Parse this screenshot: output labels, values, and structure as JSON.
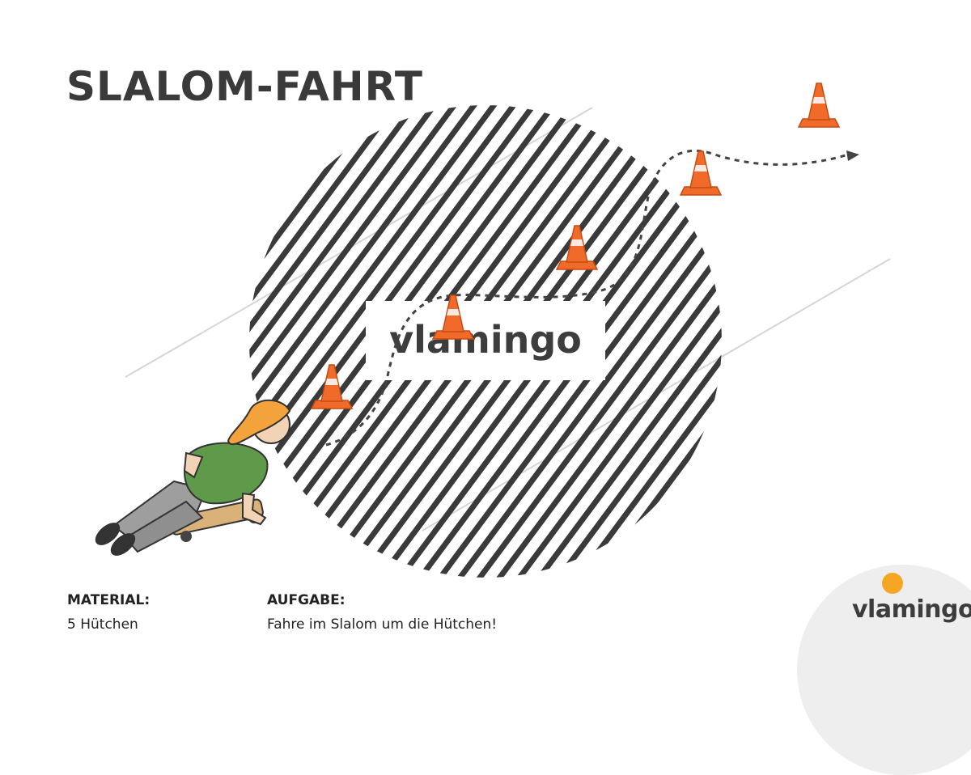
{
  "title": "SLALOM-FAHRT",
  "watermark": "vlamingo",
  "material": {
    "label": "MATERIAL:",
    "value": "5 Hütchen"
  },
  "task": {
    "label": "AUFGABE:",
    "value": "Fahre im Slalom um die Hütchen!"
  },
  "brand": {
    "name": "vlamingo",
    "accent_color": "#f5a623"
  },
  "colors": {
    "cone": "#f06b2a",
    "cone_stripe": "#ffffff",
    "stripes": "#3a3a3a",
    "path": "#444444"
  },
  "illustration": {
    "cones": 5,
    "figure": "child-on-scooter-board"
  }
}
